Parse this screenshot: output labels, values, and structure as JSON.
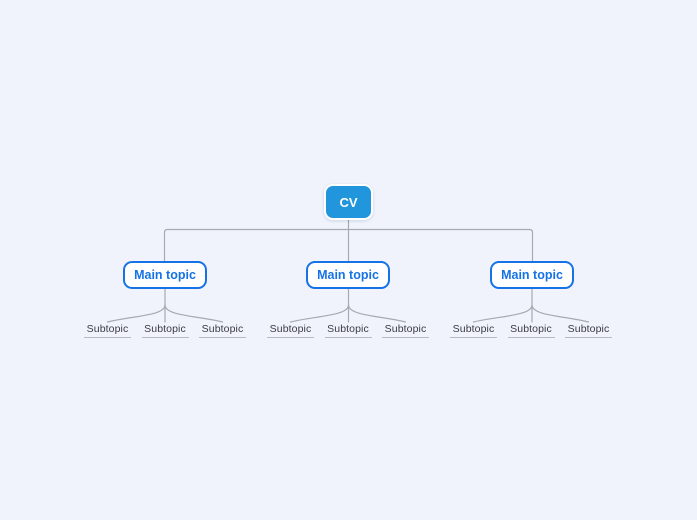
{
  "colors": {
    "canvas_background": "#f0f3fb",
    "root_node_fill": "#2196dd",
    "root_node_text": "#ffffff",
    "main_node_border": "#1673e6",
    "main_node_text": "#1673e6",
    "subtopic_text": "#3b3b43",
    "subtopic_underline": "#b7bac1",
    "connector_line": "#a6aab0"
  },
  "mindmap": {
    "root": {
      "label": "CV"
    },
    "main_topics": [
      {
        "label": "Main topic",
        "subtopics": [
          {
            "label": "Subtopic"
          },
          {
            "label": "Subtopic"
          },
          {
            "label": "Subtopic"
          }
        ]
      },
      {
        "label": "Main topic",
        "subtopics": [
          {
            "label": "Subtopic"
          },
          {
            "label": "Subtopic"
          },
          {
            "label": "Subtopic"
          }
        ]
      },
      {
        "label": "Main topic",
        "subtopics": [
          {
            "label": "Subtopic"
          },
          {
            "label": "Subtopic"
          },
          {
            "label": "Subtopic"
          }
        ]
      }
    ]
  }
}
